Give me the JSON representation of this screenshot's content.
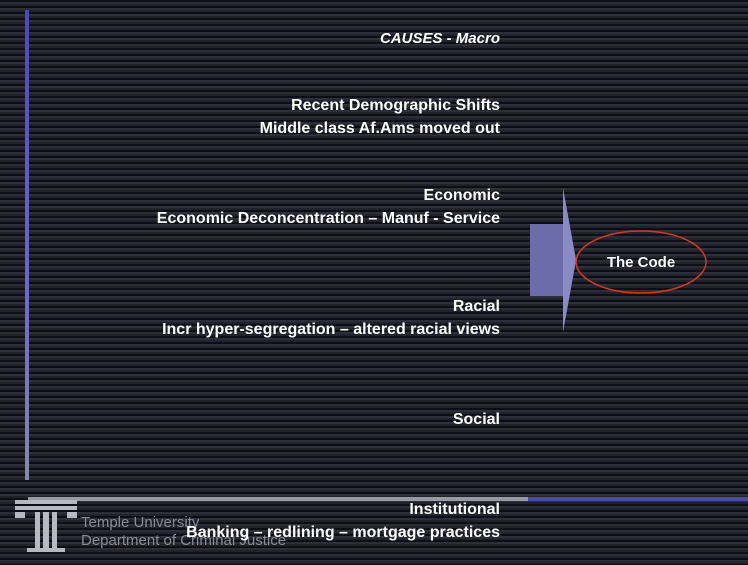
{
  "slide": {
    "title": "CAUSES - Macro",
    "sections": [
      {
        "heading": "Recent Demographic Shifts",
        "detail": "Middle class Af.Ams moved out"
      },
      {
        "heading": "Economic",
        "detail": "Economic Deconcentration – Manuf - Service"
      },
      {
        "heading": "Racial",
        "detail": "Incr hyper-segregation – altered racial views"
      },
      {
        "heading": "Social"
      },
      {
        "heading": "Institutional",
        "detail": "Banking – redlining – mortgage practices"
      }
    ],
    "callout": "The Code"
  },
  "footer": {
    "line1": "Temple University",
    "line2": "Department of Criminal Justice"
  },
  "colors": {
    "accent_blue": "#4a4ab8",
    "arrow_fill": "#6c6caa",
    "ellipse_stroke": "#d23a22",
    "text": "#ffffff",
    "footer_text": "#8a8a96"
  },
  "icons": {
    "arrow": "right-arrow-icon",
    "logo": "temple-t-logo-icon"
  }
}
